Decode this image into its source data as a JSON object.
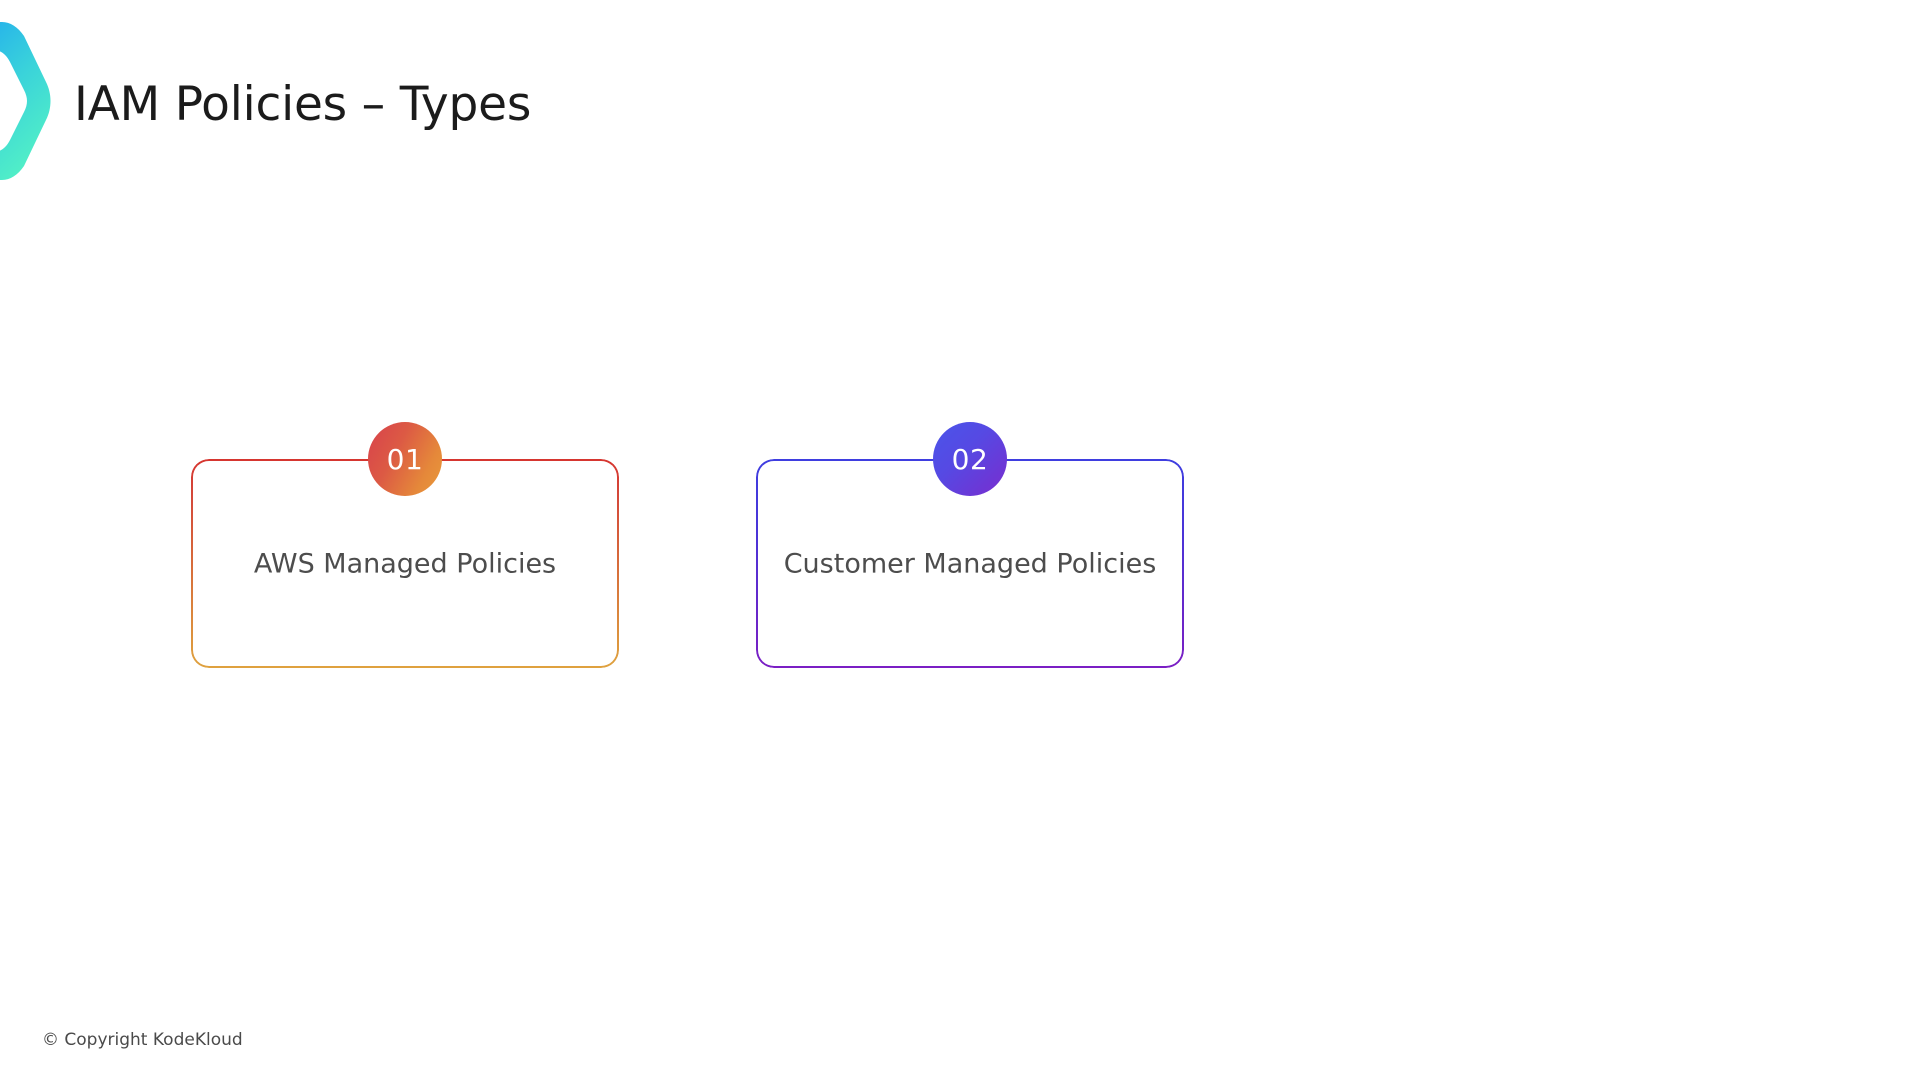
{
  "slide": {
    "title": "IAM Policies – Types",
    "background_color": "#ffffff",
    "title_color": "#1b1b1b"
  },
  "brand": {
    "logo_icon": "chevron-right-icon",
    "gradient_start": "#27b4ea",
    "gradient_end": "#51efc7"
  },
  "cards": [
    {
      "number": "01",
      "label": "AWS Managed Policies",
      "border_gradient_start": "#d6352f",
      "border_gradient_end": "#dfa23f",
      "badge_gradient_start": "#d8414c",
      "badge_gradient_end": "#e99a39"
    },
    {
      "number": "02",
      "label": "Customer Managed Policies",
      "border_gradient_start": "#3f3ee0",
      "border_gradient_end": "#7b1fc4",
      "badge_gradient_start": "#4a55ea",
      "badge_gradient_end": "#7b2fcf"
    }
  ],
  "footer": {
    "copyright": "© Copyright KodeKloud"
  }
}
